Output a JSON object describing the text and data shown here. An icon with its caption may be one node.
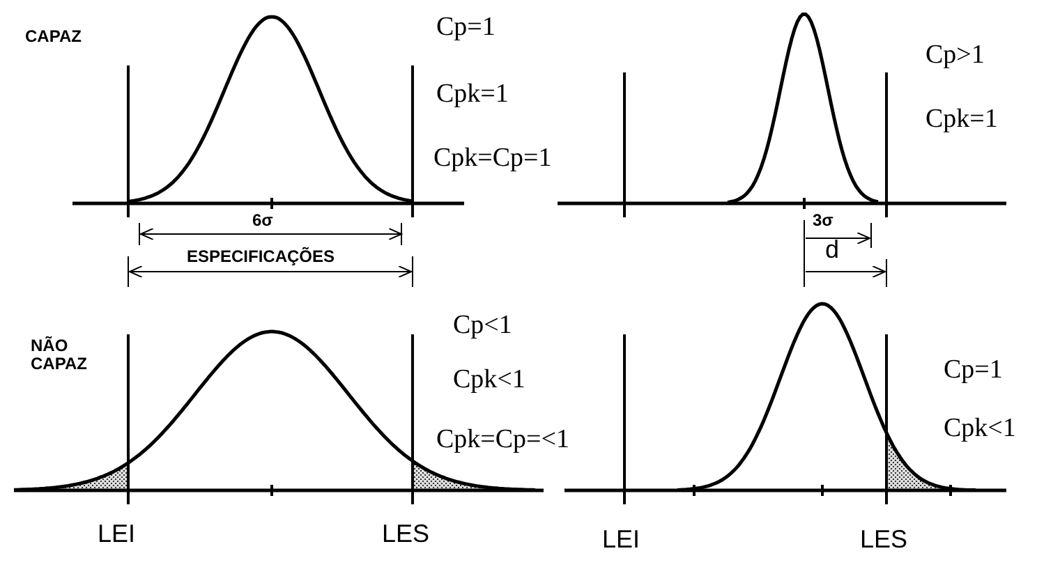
{
  "diagram": {
    "labels": [
      "CAPAZ",
      "Cp=1",
      "Cpk=1",
      "Cpk=Cp=1",
      "6σ",
      "ESPECIFICAÇÕES",
      "Cp>1",
      "Cpk=1",
      "3σ",
      "d",
      "NÃO CAPAZ",
      "Cp<1",
      "Cpk<1",
      "Cpk=Cp=<1",
      "LEI",
      "LES",
      "Cp=1",
      "Cpk<1",
      "LEI",
      "LES"
    ]
  }
}
